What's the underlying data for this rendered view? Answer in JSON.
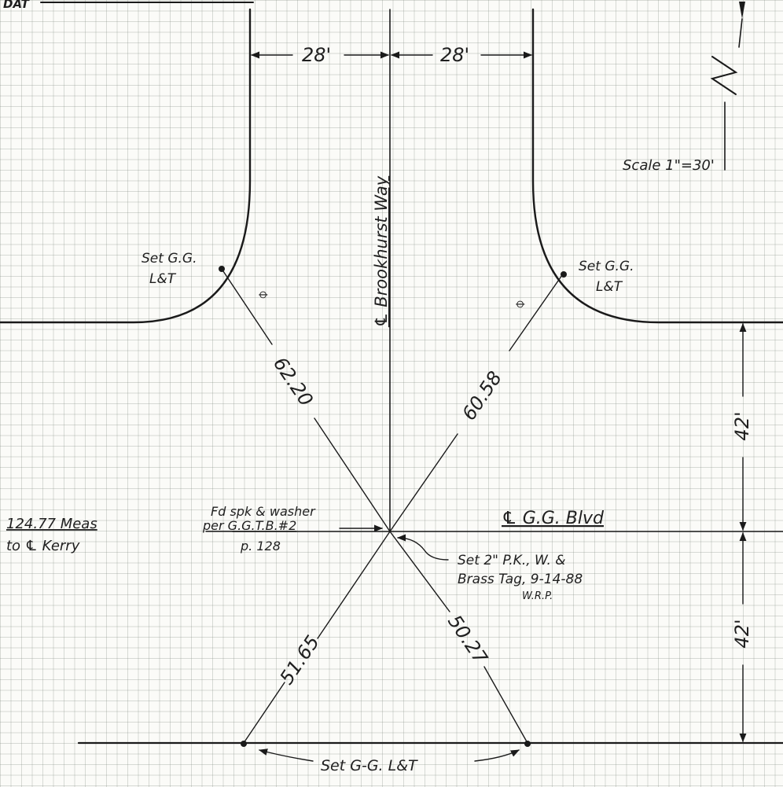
{
  "header_fragment": "DAT",
  "north_letter": "N",
  "scale": "Scale 1\"=30'",
  "dims": {
    "left_half_width": "28'",
    "right_half_width": "28'",
    "upper_offset": "42'",
    "lower_offset": "42'"
  },
  "streets": {
    "vertical": "℄ Brookhurst Way",
    "horizontal": "℄ G.G. Blvd"
  },
  "monuments": {
    "nw": {
      "line1": "Set G.G.",
      "line2": "L&T"
    },
    "ne": {
      "line1": "Set G.G.",
      "line2": "L&T"
    },
    "bottom": "Set G-G. L&T"
  },
  "tie_distances": {
    "nw": "62.20",
    "ne": "60.58",
    "sw": "51.65",
    "se": "50.27"
  },
  "notes": {
    "found_line1": "Fd spk & washer",
    "found_line2": "per G.G.T.B.#2",
    "found_line3": "p. 128",
    "meas_line1": "124.77 Meas",
    "meas_line2": "to ℄ Kerry",
    "set_line1": "Set 2\" P.K., W. &",
    "set_line2": "Brass Tag, 9-14-88",
    "set_line3": "W.R.P."
  },
  "symbols": {
    "benchmark_glyph": "⦵"
  },
  "colors": {
    "ink": "#1a1a1a",
    "paper": "#fbfbf8",
    "grid": "#8a948a"
  }
}
